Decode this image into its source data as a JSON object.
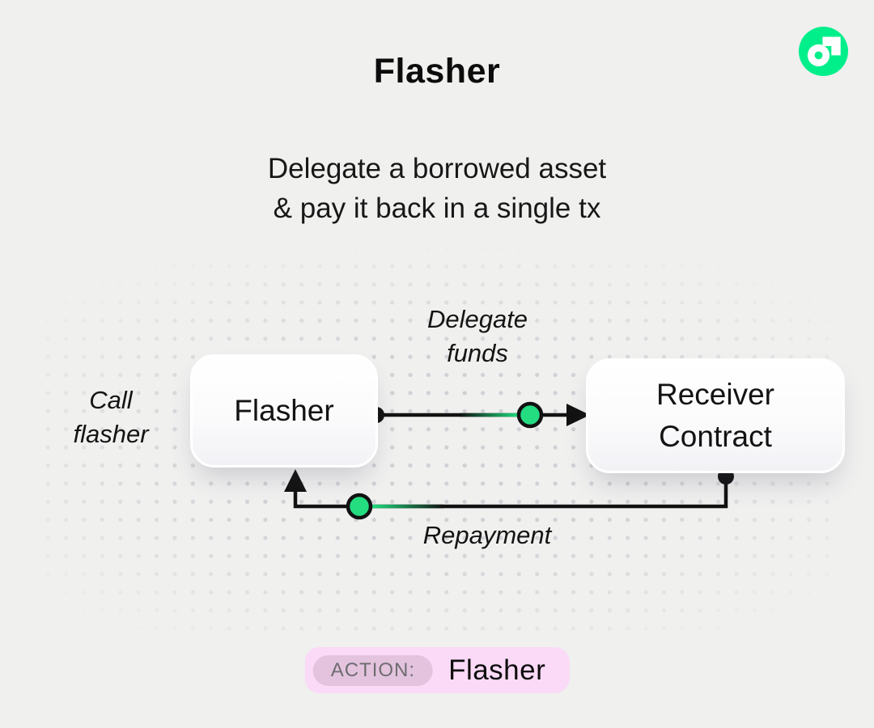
{
  "header": {
    "title": "Flasher",
    "subtitle_line1": "Delegate a borrowed asset",
    "subtitle_line2": "& pay it back in a single tx"
  },
  "logo": {
    "name": "flow-logo",
    "brand_green": "#00EF8B"
  },
  "diagram": {
    "nodes": {
      "flasher": {
        "label": "Flasher"
      },
      "receiver": {
        "label_line1": "Receiver",
        "label_line2": "Contract"
      }
    },
    "edges": {
      "delegate": {
        "label_line1": "Delegate",
        "label_line2": "funds"
      },
      "repayment": {
        "label": "Repayment"
      }
    },
    "call_label_line1": "Call",
    "call_label_line2": "flasher",
    "line_color": "#121212",
    "progress_ball_green": "#24DD81"
  },
  "action_badge": {
    "prefix": "ACTION:",
    "value": "Flasher",
    "badge_bg": "#FADAF7",
    "prefix_bg": "#E3C3DE"
  }
}
